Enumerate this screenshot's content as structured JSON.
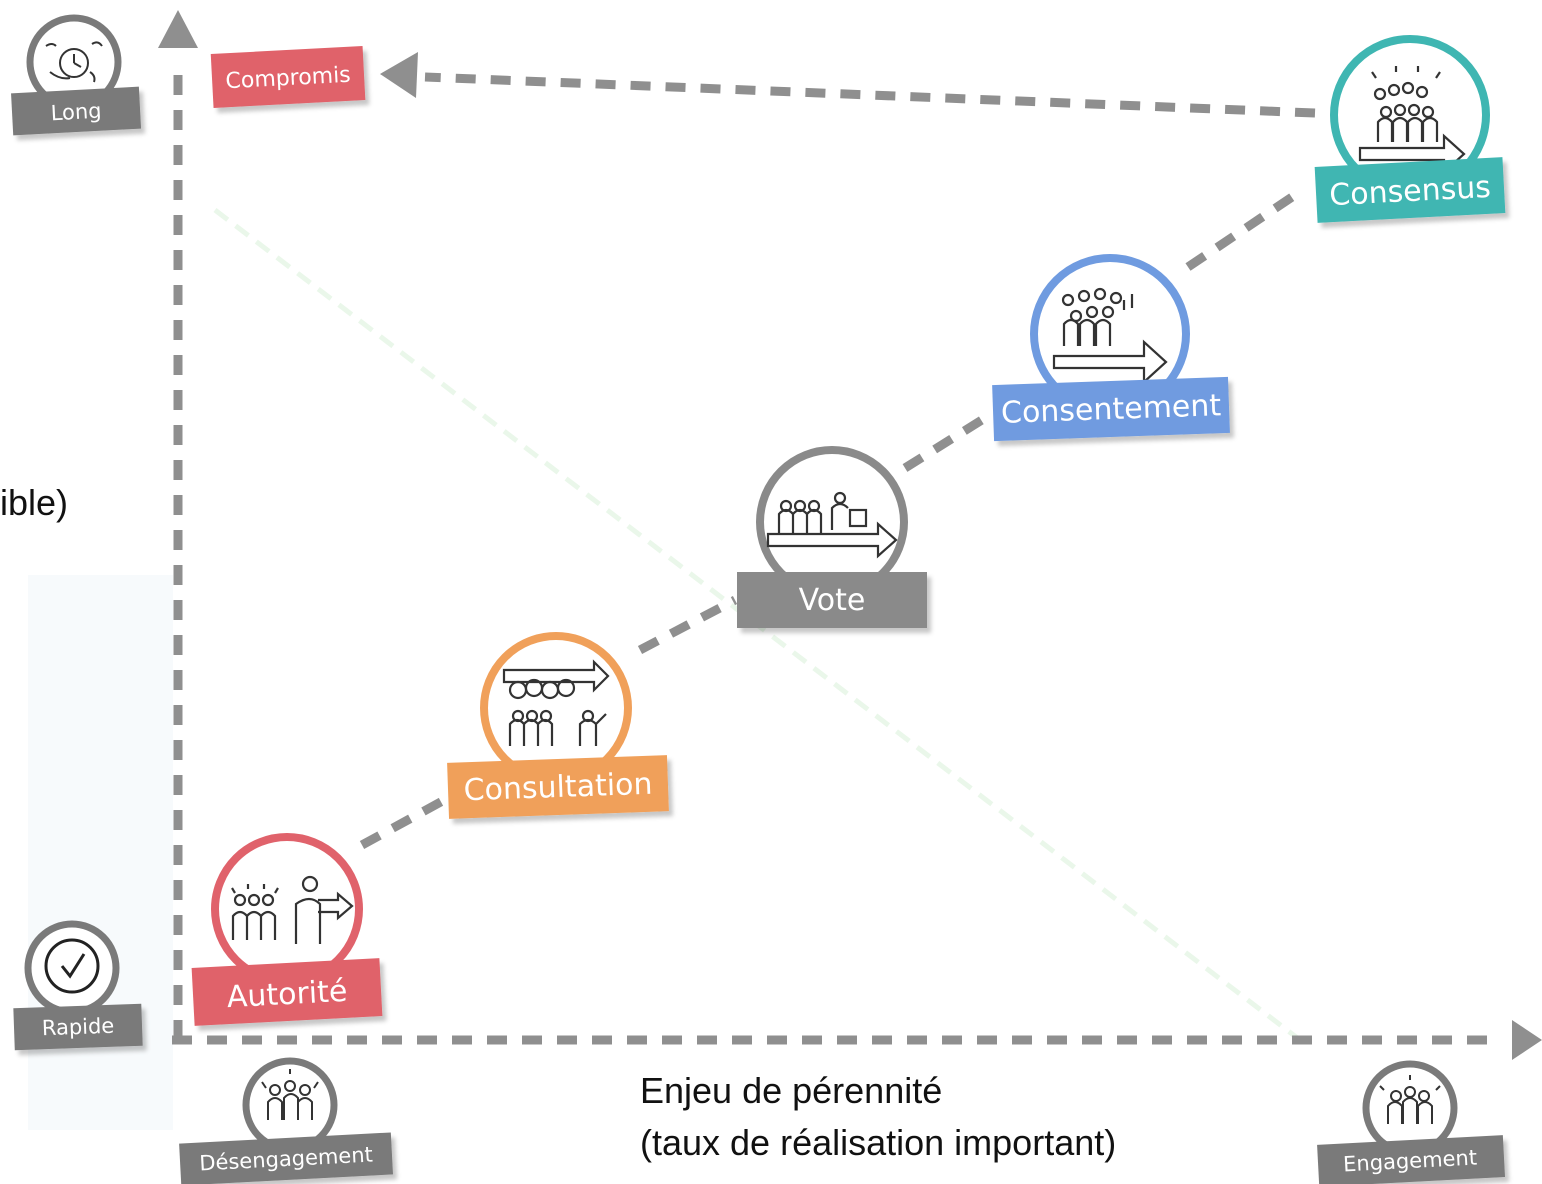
{
  "y_axis": {
    "top_label": "Long",
    "bottom_label": "Rapide",
    "fragment_text": "ible)"
  },
  "x_axis": {
    "left_label": "Désengagement",
    "right_label": "Engagement",
    "title_line1": "Enjeu de pérennité",
    "title_line2": "(taux de réalisation important)"
  },
  "compromise": {
    "label": "Compromis"
  },
  "methods": [
    {
      "label": "Autorité",
      "color": "#e0626b",
      "icon": "leader-pointing-crowd-icon"
    },
    {
      "label": "Consultation",
      "color": "#f0a05a",
      "icon": "consultation-ideas-icon"
    },
    {
      "label": "Vote",
      "color": "#8a8a8a",
      "icon": "vote-icon"
    },
    {
      "label": "Consentement",
      "color": "#6f9be0",
      "icon": "consent-thinking-group-icon"
    },
    {
      "label": "Consensus",
      "color": "#3fb6b2",
      "icon": "consensus-group-icon"
    }
  ],
  "colors": {
    "axis": "#8f8f8f",
    "axis_tag": "#7a7a7a",
    "compromise": "#e0626b",
    "diagonal_hint": "#eaf7ea"
  }
}
